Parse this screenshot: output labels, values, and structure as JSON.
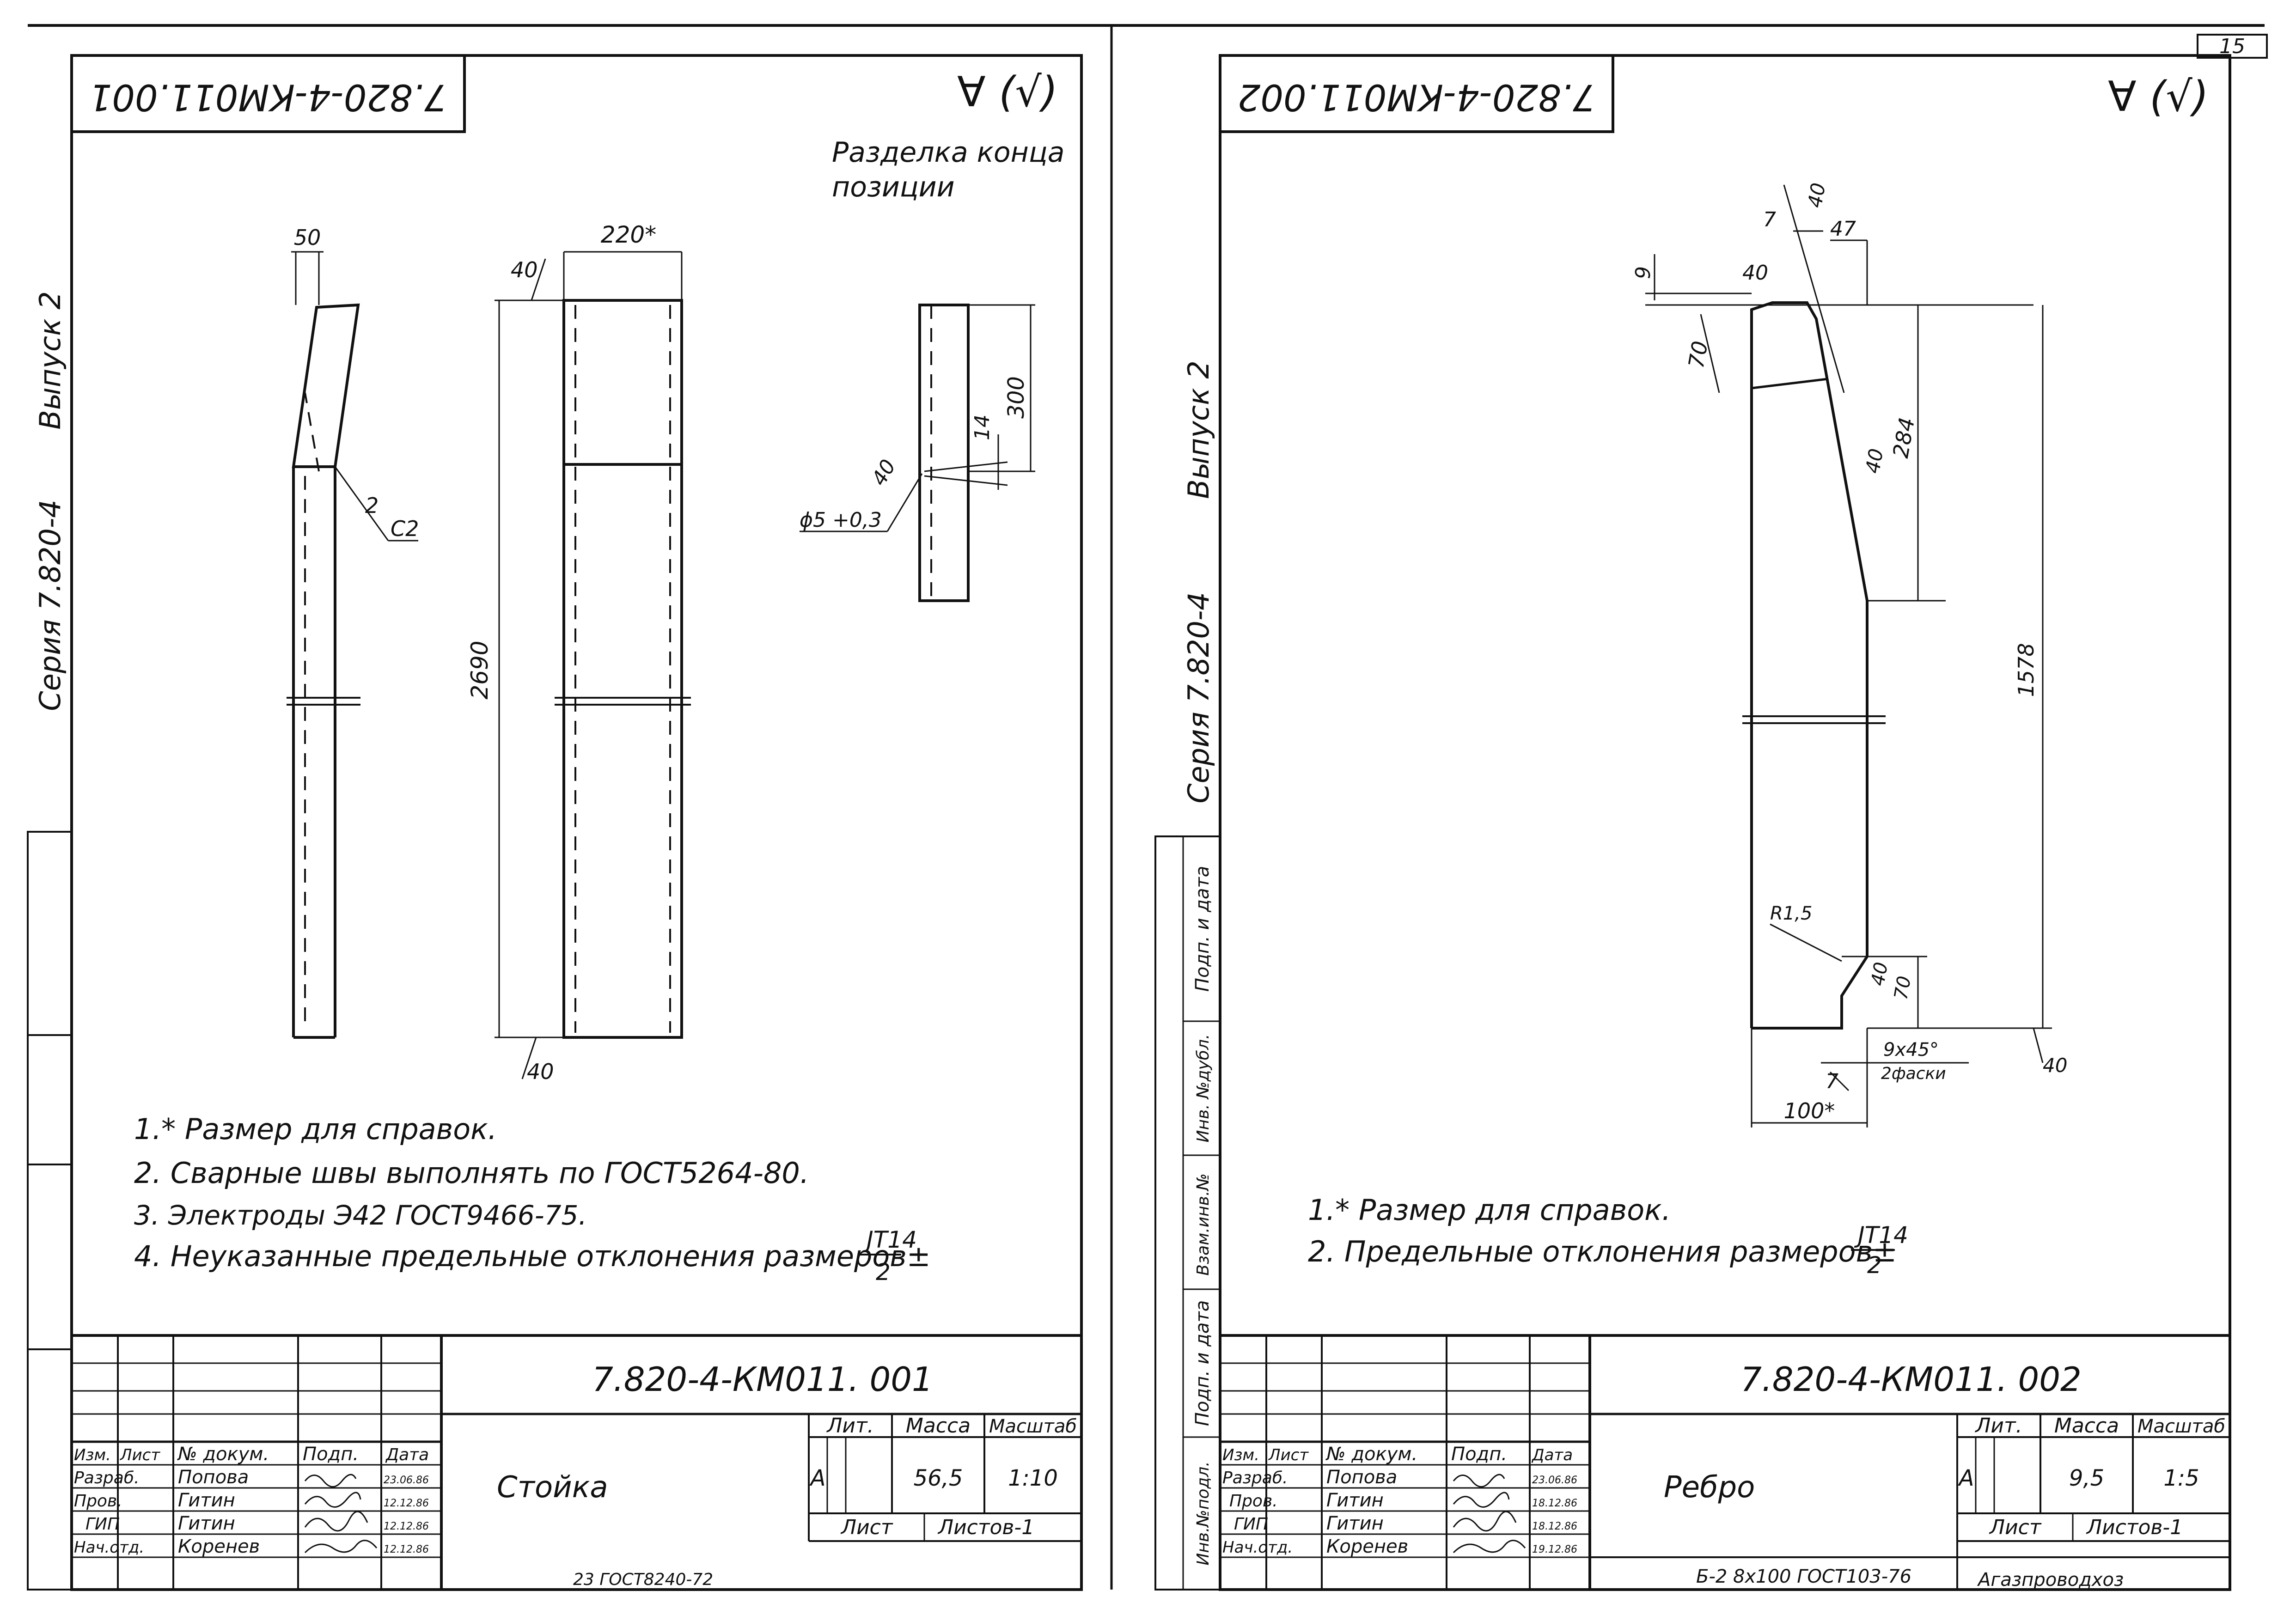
{
  "page_number": "15",
  "left_sheet": {
    "stamp_code": "7.820-4-КМ011.001",
    "roughness_mark": "∀ (√)",
    "side_series": "Серия 7.820-4",
    "side_issue": "Выпуск 2",
    "detail_caption_1": "Разделка конца",
    "detail_caption_2": "позиции",
    "dims": {
      "d50": "50",
      "d220": "220*",
      "d40a": "40",
      "d40b": "40",
      "d2690": "2690",
      "d2": "2",
      "dC2": "C2",
      "d300": "300",
      "d14": "14",
      "d40c": "40",
      "dphi": "ϕ5 +0,3"
    },
    "notes": [
      "1.* Размер для справок.",
      "2. Сварные швы выполнять по ГОСТ5264-80.",
      "3. Электроды Э42 ГОСТ9466-75.",
      "4. Неуказанные предельные отклонения размеров±"
    ],
    "tolerance_num": "ЈТ14",
    "tolerance_den": "2",
    "title_block": {
      "doc_code": "7.820-4-КМ011. 001",
      "part_name": "Стойка",
      "header": [
        "Изм.",
        "Лист",
        "№ докум.",
        "Подп.",
        "Дата"
      ],
      "rows": [
        [
          "Разраб.",
          "Попова",
          "23.06.86"
        ],
        [
          "Пров.",
          "Гитин",
          "12.12.86"
        ],
        [
          "ГИП",
          "Гитин",
          "12.12.86"
        ],
        [
          "Нач.отд.",
          "Коренев",
          "12.12.86"
        ]
      ],
      "lit_label": "Лит.",
      "mass_label": "Масса",
      "scale_label": "Масштаб",
      "lit_value": "А",
      "mass_value": "56,5",
      "scale_value": "1:10",
      "sheet_label": "Лист",
      "sheets_label": "Листов-1",
      "material": "23 ГОСТ8240-72"
    }
  },
  "right_sheet": {
    "stamp_code": "7.820-4-КМ011.002",
    "roughness_mark": "∀ (√)",
    "side_series": "Серия 7.820-4",
    "side_issue": "Выпуск 2",
    "dims": {
      "d40top": "40",
      "d7": "7",
      "d47": "47",
      "d9": "9",
      "d40b": "40",
      "d70": "70",
      "d284": "284",
      "d40c": "40",
      "d1578": "1578",
      "dR": "R1,5",
      "d40d": "40",
      "d70b": "70",
      "d9x45": "9x45°",
      "d2f": "2фаски",
      "d7b": "7",
      "d100": "100*",
      "d40e": "40"
    },
    "notes": [
      "1.* Размер для справок.",
      "2. Предельные отклонения размеров±"
    ],
    "tolerance_num": "ЈТ14",
    "tolerance_den": "2",
    "stamp_side_labels": [
      "Подп. и дата",
      "Взам.инв.№",
      "Инв. №дубл.",
      "Подп. и дата",
      "Инв.№подл."
    ],
    "title_block": {
      "doc_code": "7.820-4-КМ011. 002",
      "part_name": "Ребро",
      "header": [
        "Изм.",
        "Лист",
        "№ докум.",
        "Подп.",
        "Дата"
      ],
      "rows": [
        [
          "Разраб.",
          "Попова",
          "23.06.86"
        ],
        [
          "Пров.",
          "Гитин",
          "18.12.86"
        ],
        [
          "ГИП",
          "Гитин",
          "18.12.86"
        ],
        [
          "Нач.отд.",
          "Коренев",
          "19.12.86"
        ]
      ],
      "lit_label": "Лит.",
      "mass_label": "Масса",
      "scale_label": "Масштаб",
      "lit_value": "А",
      "mass_value": "9,5",
      "scale_value": "1:5",
      "sheet_label": "Лист",
      "sheets_label": "Листов-1",
      "material": "Б-2 8x100 ГОСТ103-76",
      "material_grade": "Агазпроводхоз"
    }
  }
}
